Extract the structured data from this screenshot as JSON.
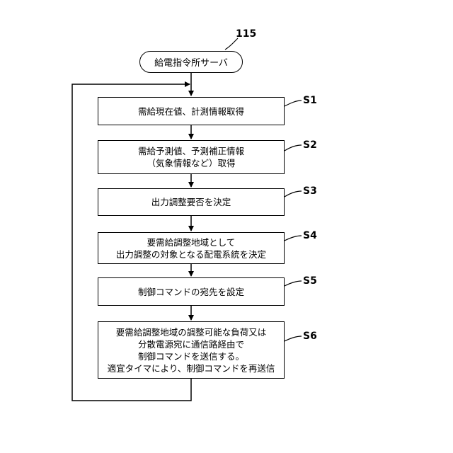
{
  "figure": {
    "ref_number": "115",
    "terminal_label": "給電指令所サーバ"
  },
  "steps": [
    {
      "id": "S1",
      "lines": [
        "需給現在値、計測情報取得"
      ]
    },
    {
      "id": "S2",
      "lines": [
        "需給予測値、予測補正情報",
        "（気象情報など）取得"
      ]
    },
    {
      "id": "S3",
      "lines": [
        "出力調整要否を決定"
      ]
    },
    {
      "id": "S4",
      "lines": [
        "要需給調整地域として",
        "出力調整の対象となる配電系統を決定"
      ]
    },
    {
      "id": "S5",
      "lines": [
        "制御コマンドの宛先を設定"
      ]
    },
    {
      "id": "S6",
      "lines": [
        "要需給調整地域の調整可能な負荷又は",
        "分散電源宛に通信路経由で",
        "制御コマンドを送信する。",
        "適宜タイマにより、制御コマンドを再送信"
      ]
    }
  ]
}
